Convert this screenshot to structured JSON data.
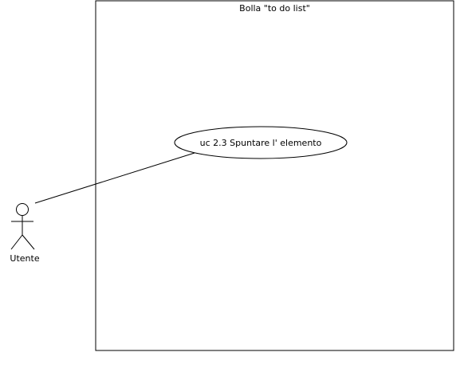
{
  "diagram": {
    "system_boundary": {
      "title": "Bolla \"to do list\""
    },
    "use_cases": [
      {
        "label": "uc 2.3 Spuntare l' elemento"
      }
    ],
    "actors": [
      {
        "label": "Utente"
      }
    ],
    "associations": [
      {
        "from": "Utente",
        "to": "uc 2.3 Spuntare l' elemento"
      }
    ],
    "colors": {
      "stroke": "#000000",
      "background": "#ffffff"
    }
  }
}
